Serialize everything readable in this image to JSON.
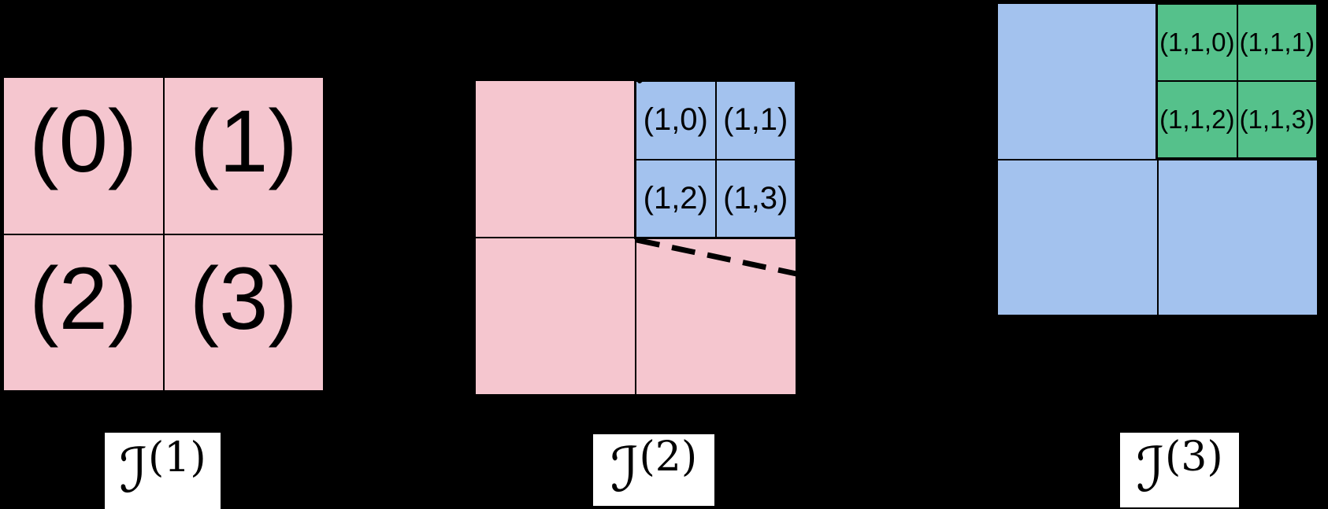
{
  "colors": {
    "bg": "#000000",
    "pink": "#f5c6cf",
    "blue": "#a3c2ee",
    "green": "#55c18b",
    "line": "#000000",
    "label-box": "#ffffff",
    "ink": "#000000"
  },
  "panels": [
    {
      "caption_base": "ℐ",
      "caption_sup": "(1)",
      "cells": [
        "(0)",
        "(1)",
        "(2)",
        "(3)"
      ]
    },
    {
      "caption_base": "ℐ",
      "caption_sup": "(2)",
      "sub_cells": [
        "(1,0)",
        "(1,1)",
        "(1,2)",
        "(1,3)"
      ]
    },
    {
      "caption_base": "ℐ",
      "caption_sup": "(3)",
      "sub_cells": [
        "(1,1,0)",
        "(1,1,1)",
        "(1,1,2)",
        "(1,1,3)"
      ]
    }
  ]
}
